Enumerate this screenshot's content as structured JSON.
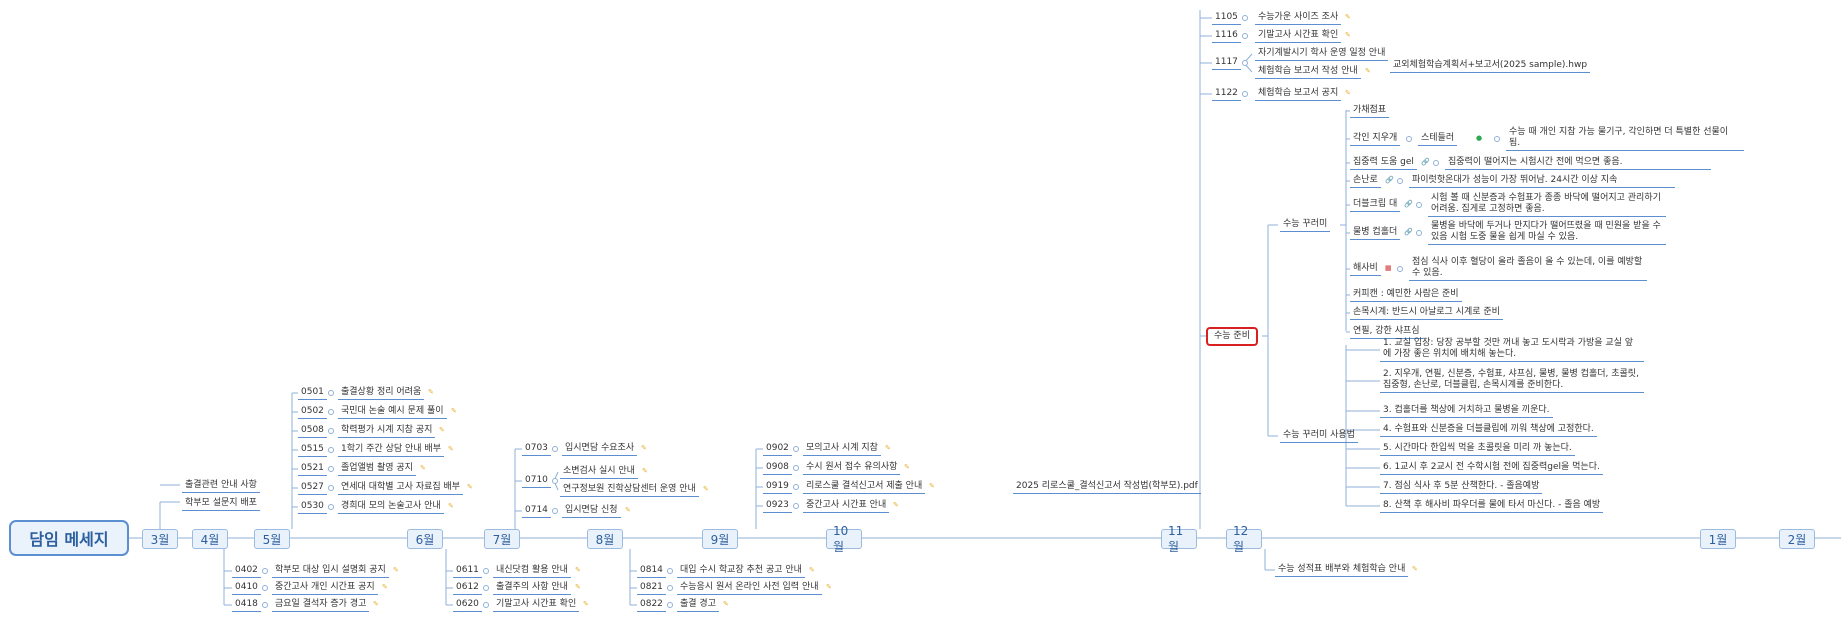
{
  "root": "담임 메세지",
  "months": [
    "3월",
    "4월",
    "5월",
    "6월",
    "7월",
    "8월",
    "9월",
    "10월",
    "11월",
    "12월",
    "1월",
    "2월"
  ],
  "m3": {
    "items": [
      "출결관련 안내 사항",
      "학부모 설문지 배포"
    ]
  },
  "m4": {
    "items": [
      {
        "code": "0402",
        "text": "학부모 대상 입시 설명회 공지"
      },
      {
        "code": "0410",
        "text": "중간고사 개인 시간표 공지"
      },
      {
        "code": "0418",
        "text": "금요일 결석자 증가 경고"
      }
    ]
  },
  "m5": {
    "items": [
      {
        "code": "0501",
        "text": "출결상황 정리 어려움"
      },
      {
        "code": "0502",
        "text": "국민대 논술 예시 문제 풀이"
      },
      {
        "code": "0508",
        "text": "학력평가 시계 지참 공지"
      },
      {
        "code": "0515",
        "text": "1학기 주간 상담 안내 배부"
      },
      {
        "code": "0521",
        "text": "졸업앨범 촬영 공지"
      },
      {
        "code": "0527",
        "text": "연세대 대학별 고사 자료집 배부"
      },
      {
        "code": "0530",
        "text": "경희대 모의 논술고사 안내"
      }
    ]
  },
  "m6": {
    "items": [
      {
        "code": "0611",
        "text": "내신닷컴 활용 안내"
      },
      {
        "code": "0612",
        "text": "출결주의 사항 안내"
      },
      {
        "code": "0620",
        "text": "기말고사 시간표 확인"
      }
    ]
  },
  "m7": {
    "items": [
      {
        "code": "0703",
        "text": "입시면담 수요조사"
      },
      {
        "code": "0710",
        "text": "",
        "subs": [
          "소변검사 실시 안내",
          "연구정보원 진학상담센터 운영 안내"
        ]
      },
      {
        "code": "0714",
        "text": "입시면담 신청"
      }
    ]
  },
  "m8": {
    "items": [
      {
        "code": "0814",
        "text": "대입 수시 학교장 추천 공고 안내"
      },
      {
        "code": "0821",
        "text": "수능응시 원서 온라인 사전 입력 안내"
      },
      {
        "code": "0822",
        "text": "출결 경고"
      }
    ]
  },
  "m9": {
    "items": [
      {
        "code": "0902",
        "text": "모의고사 시계 지참"
      },
      {
        "code": "0908",
        "text": "수시 원서 접수 유의사항"
      },
      {
        "code": "0919",
        "text": "리로스쿨 결석신고서 제출 안내",
        "attach": "2025 리로스쿨_결석신고서 작성법(학부모).pdf"
      },
      {
        "code": "0923",
        "text": "중간고사 시간표 안내"
      }
    ]
  },
  "m11": {
    "top": [
      {
        "code": "1105",
        "text": "수능가운 사이즈 조사"
      },
      {
        "code": "1116",
        "text": "기말고사 시간표 확인"
      },
      {
        "code": "1117",
        "subs": [
          "자기계발시기 학사 운영 일정 안내",
          "체험학습 보고서 작성 안내"
        ],
        "attach": "교외체험학습계획서+보고서(2025 sample).hwp"
      },
      {
        "code": "1122",
        "text": "체험학습 보고서 공지"
      }
    ],
    "prep": "수능 준비",
    "kit": "수능 꾸러미",
    "kit_items": [
      {
        "name": "가채점표"
      },
      {
        "name": "각인 지우개",
        "sub": "스테들러",
        "note": "수능 때 개인 지참 가능 물기구, 각인하면 더 특별한 선물이 됨."
      },
      {
        "name": "집중력 도움 gel",
        "note": "집중력이 떨어지는 시험시간 전에 먹으면 좋음."
      },
      {
        "name": "손난로",
        "note": "파이럿핫온대가 성능이 가장 뛰어남. 24시간 이상 지속"
      },
      {
        "name": "더블크립 대",
        "note": "시험 볼 때 신분증과 수험표가 종종 바닥에 떨어지고 관리하기 어려움. 집게로 고정하면 좋음."
      },
      {
        "name": "물병 컵홀더",
        "note": "물병을 바닥에 두거나 만지다가 떨어뜨렸을 때 민원을 받을 수 있음 시험 도중 물을 쉽게 마실 수 있음."
      },
      {
        "name": "해사비",
        "note": "점심 식사 이후 혈당이 올라 졸음이 올 수 있는데, 이를 예방할 수 있음."
      },
      {
        "name": "커피캔 : 예민한 사람은 준비"
      },
      {
        "name": "손목시계: 반드시 아날로그 시계로 준비"
      },
      {
        "name": "연필, 강한 샤프심"
      }
    ],
    "use": "수능 꾸러미 사용법",
    "use_items": [
      "1. 교실 입장: 당장 공부할 것만 꺼내 놓고 도시락과 가방을 교실 앞에 가장 좋은 위치에 배치해 놓는다.",
      "2. 지우개, 연필, 신분증, 수험표, 샤프심, 물병, 물병 컵홀더, 초콜릿, 집중형, 손난로, 더블클립, 손목시계를 준비한다.",
      "3. 컵홀더를 책상에 거치하고 물병을 끼운다.",
      "4. 수험표와 신분증을 더블클립에 끼워 책상에 고정한다.",
      "5. 시간마다 한입씩 먹을 초콜릿을 미리 까 놓는다.",
      "6. 1교시 후 2교시 전 수학시험 전에 집중력gel을 먹는다.",
      "7. 점심 식사 후 5분 산책한다. - 졸음예방",
      "8. 산책 후 해사비 파우더를 물에 타서 마신다. - 졸음 예방"
    ]
  },
  "m12": {
    "items": [
      {
        "text": "수능 성적표 배부와 체험학습 안내"
      }
    ]
  },
  "colors": {
    "accent": "#5b8fd0",
    "highlight": "#d82020"
  }
}
